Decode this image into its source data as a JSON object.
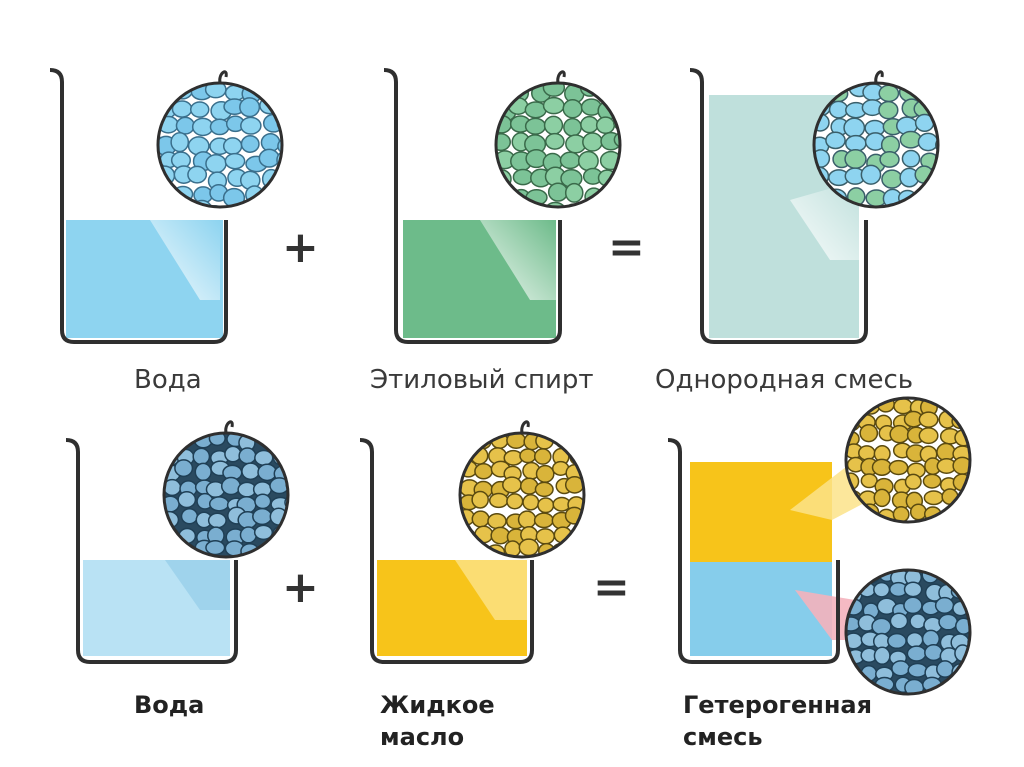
{
  "row1": {
    "left_label": "Вода",
    "middle_label": "Этиловый спирт",
    "right_label": "Однородная смесь",
    "plus": "+",
    "equals": "="
  },
  "row2": {
    "left_label": "Вода",
    "middle_label_line1": "Жидкое",
    "middle_label_line2": "масло",
    "right_label_line1": "Гетерогенная",
    "right_label_line2": "смесь",
    "plus": "+",
    "equals": "="
  },
  "colors": {
    "water": "#8ed4f0",
    "alcohol": "#6dbb8a",
    "homogeneous_mix": "#bfe0dc",
    "light_water": "#b9e2f4",
    "oil": "#f7c41a",
    "hetero_water": "#86cdeb",
    "glass_outline": "#2f2f2f",
    "pink_pointer": "#f4b3bd"
  }
}
